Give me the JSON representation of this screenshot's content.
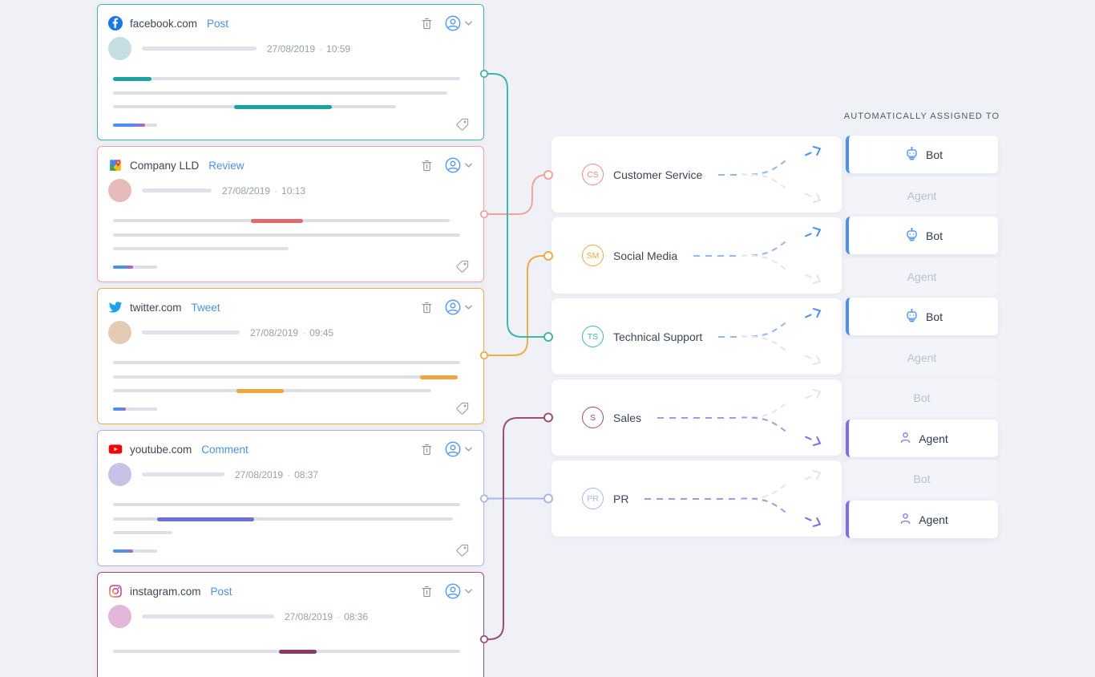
{
  "meta_dot": "·",
  "assigned_header": "AUTOMATICALLY ASSIGNED TO",
  "assign_options": [
    "Bot",
    "Agent"
  ],
  "cards": [
    {
      "source": "facebook.com",
      "type_label": "Post",
      "icon": "facebook-icon",
      "date": "27/08/2019",
      "time": "10:59",
      "accent": "#3db6b0"
    },
    {
      "source": "Company LLD",
      "type_label": "Review",
      "icon": "google-maps-icon",
      "date": "27/08/2019",
      "time": "10:13",
      "accent": "#f3a29e"
    },
    {
      "source": "twitter.com",
      "type_label": "Tweet",
      "icon": "twitter-icon",
      "date": "27/08/2019",
      "time": "09:45",
      "accent": "#f0ad44"
    },
    {
      "source": "youtube.com",
      "type_label": "Comment",
      "icon": "youtube-icon",
      "date": "27/08/2019",
      "time": "08:37",
      "accent": "#a9b5e9"
    },
    {
      "source": "instagram.com",
      "type_label": "Post",
      "icon": "instagram-icon",
      "date": "27/08/2019",
      "time": "08:36",
      "accent": "#9c4f72"
    }
  ],
  "categories": [
    {
      "abbr": "CS",
      "label": "Customer Service",
      "color": "#f08a84",
      "assigned_to": "Bot"
    },
    {
      "abbr": "SM",
      "label": "Social Media",
      "color": "#f0a93c",
      "assigned_to": "Bot"
    },
    {
      "abbr": "TS",
      "label": "Technical Support",
      "color": "#3db6b0",
      "assigned_to": "Bot"
    },
    {
      "abbr": "S",
      "label": "Sales",
      "color": "#9c4d71",
      "assigned_to": "Agent"
    },
    {
      "abbr": "PR",
      "label": "PR",
      "color": "#a9b5e9",
      "assigned_to": "Agent"
    }
  ],
  "connections": [
    {
      "from": "facebook.com",
      "to": "Technical Support"
    },
    {
      "from": "Company LLD",
      "to": "Customer Service"
    },
    {
      "from": "twitter.com",
      "to": "Social Media"
    },
    {
      "from": "youtube.com",
      "to": "PR"
    },
    {
      "from": "instagram.com",
      "to": "Sales"
    }
  ],
  "colors": {
    "background": "#f0f1f7",
    "link_blue": "#4a90f2",
    "bot_active_blue": "#4a90f2",
    "agent_active_purple": "#7c6cf0",
    "inactive_gray": "#e2e5ee"
  }
}
